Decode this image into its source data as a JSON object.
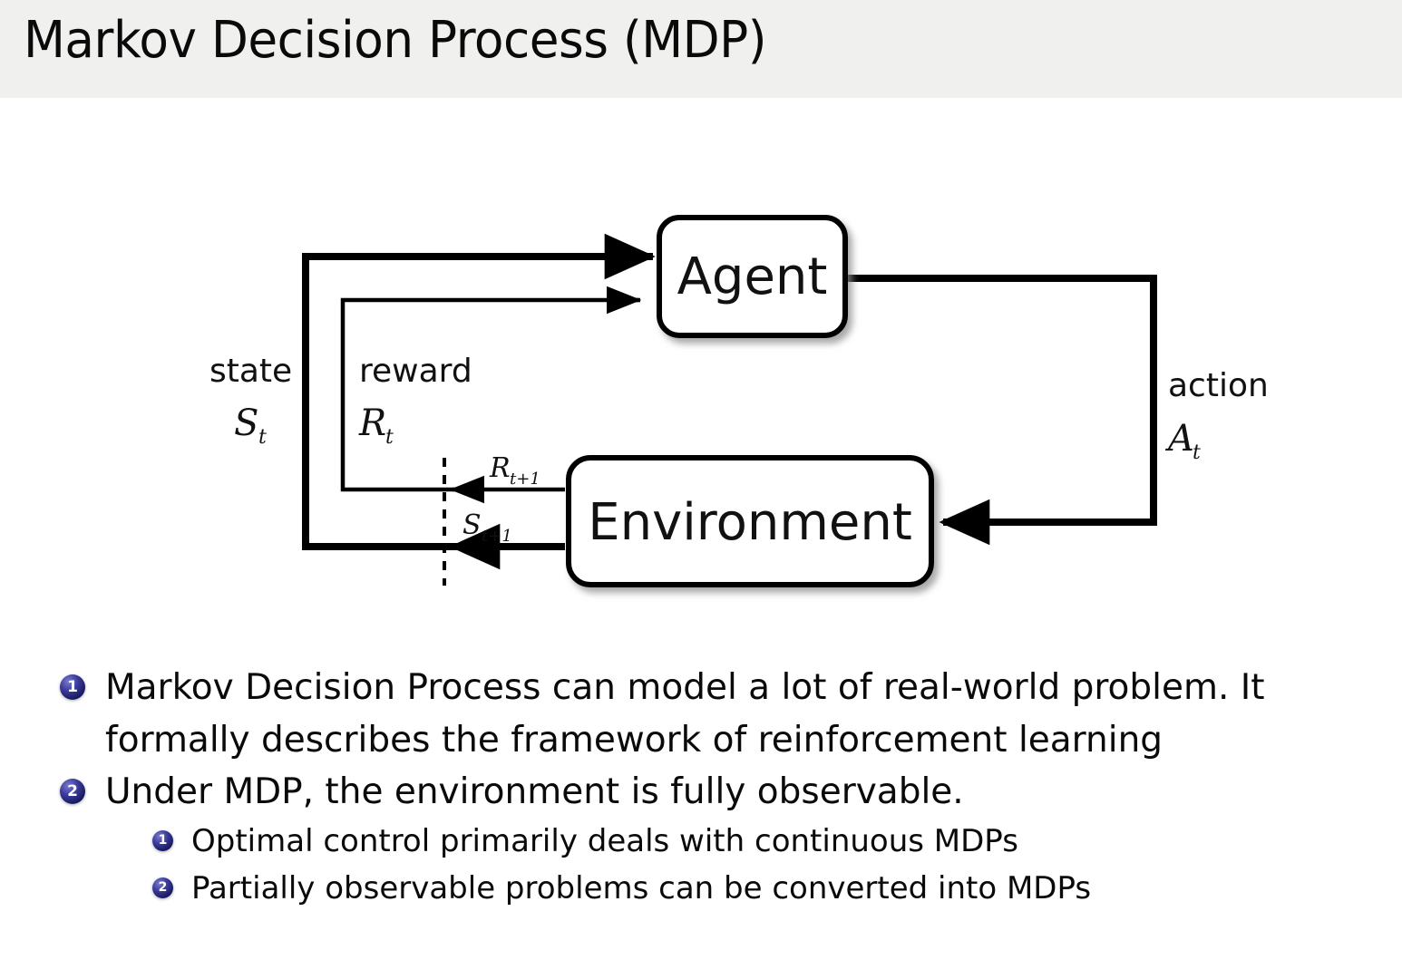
{
  "slide": {
    "title": "Markov Decision Process (MDP)",
    "header_bg": "#f0f0ef",
    "body_bg": "#ffffff",
    "text_color": "#0a0a0a",
    "bullet_badge_color": "#27277e"
  },
  "diagram": {
    "name": "agent-environment-interaction-loop",
    "boxes": [
      {
        "id": "agent",
        "label": "Agent"
      },
      {
        "id": "environment",
        "label": "Environment"
      }
    ],
    "edge_labels": {
      "state_word": "state",
      "state_symbol": "S",
      "state_subscript": "t",
      "reward_word": "reward",
      "reward_symbol": "R",
      "reward_subscript": "t",
      "action_word": "action",
      "action_symbol": "A",
      "action_subscript": "t",
      "next_reward_symbol": "R",
      "next_reward_subscript": "t+1",
      "next_state_symbol": "S",
      "next_state_subscript": "t+1"
    },
    "stroke_color": "#000000",
    "box_fill": "#ffffff"
  },
  "bullets": [
    {
      "index": "1",
      "level": 1,
      "text": "Markov Decision Process can model a lot of real-world problem. It formally describes the framework of reinforcement learning",
      "line1": "Markov Decision Process can model a lot of real-world problem. It",
      "line2": "formally describes the framework of reinforcement learning"
    },
    {
      "index": "2",
      "level": 1,
      "text": "Under MDP, the environment is fully observable.",
      "line1": "Under MDP, the environment is fully observable.",
      "line2": ""
    },
    {
      "index": "1",
      "level": 2,
      "text": "Optimal control primarily deals with continuous MDPs"
    },
    {
      "index": "2",
      "level": 2,
      "text": "Partially observable problems can be converted into MDPs"
    }
  ]
}
